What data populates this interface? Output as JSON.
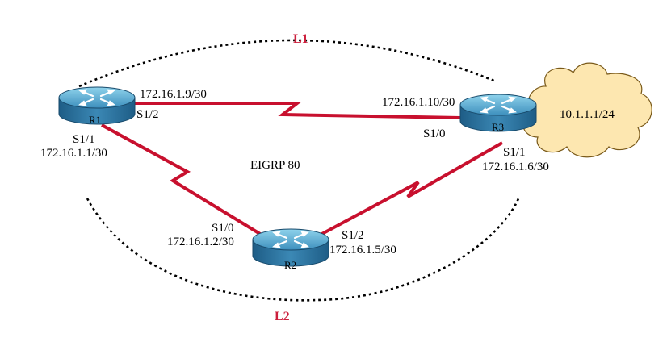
{
  "areas": {
    "top_label": "L1",
    "bottom_label": "L2",
    "label_color": "#cc1f3c"
  },
  "link_color": "#c8102e",
  "routers": [
    {
      "id": "R1",
      "label": "R1"
    },
    {
      "id": "R2",
      "label": "R2"
    },
    {
      "id": "R3",
      "label": "R3"
    }
  ],
  "cloud": {
    "label": "10.1.1.1/24",
    "fill": "#fde7b0",
    "stroke": "#7a5a1a"
  },
  "protocol": "EIGRP 80",
  "interfaces": {
    "r1_s12_ip": "172.16.1.9/30",
    "r1_s12": "S1/2",
    "r1_s11": "S1/1",
    "r1_s11_ip": "172.16.1.1/30",
    "r3_s10_ip": "172.16.1.10/30",
    "r3_s10": "S1/0",
    "r3_s11": "S1/1",
    "r3_s11_ip": "172.16.1.6/30",
    "r2_s10": "S1/0",
    "r2_s10_ip": "172.16.1.2/30",
    "r2_s12": "S1/2",
    "r2_s12_ip": "172.16.1.5/30"
  },
  "icons": {
    "router": "router-icon",
    "cloud": "network-cloud-icon",
    "serial_link": "serial-link-icon"
  }
}
